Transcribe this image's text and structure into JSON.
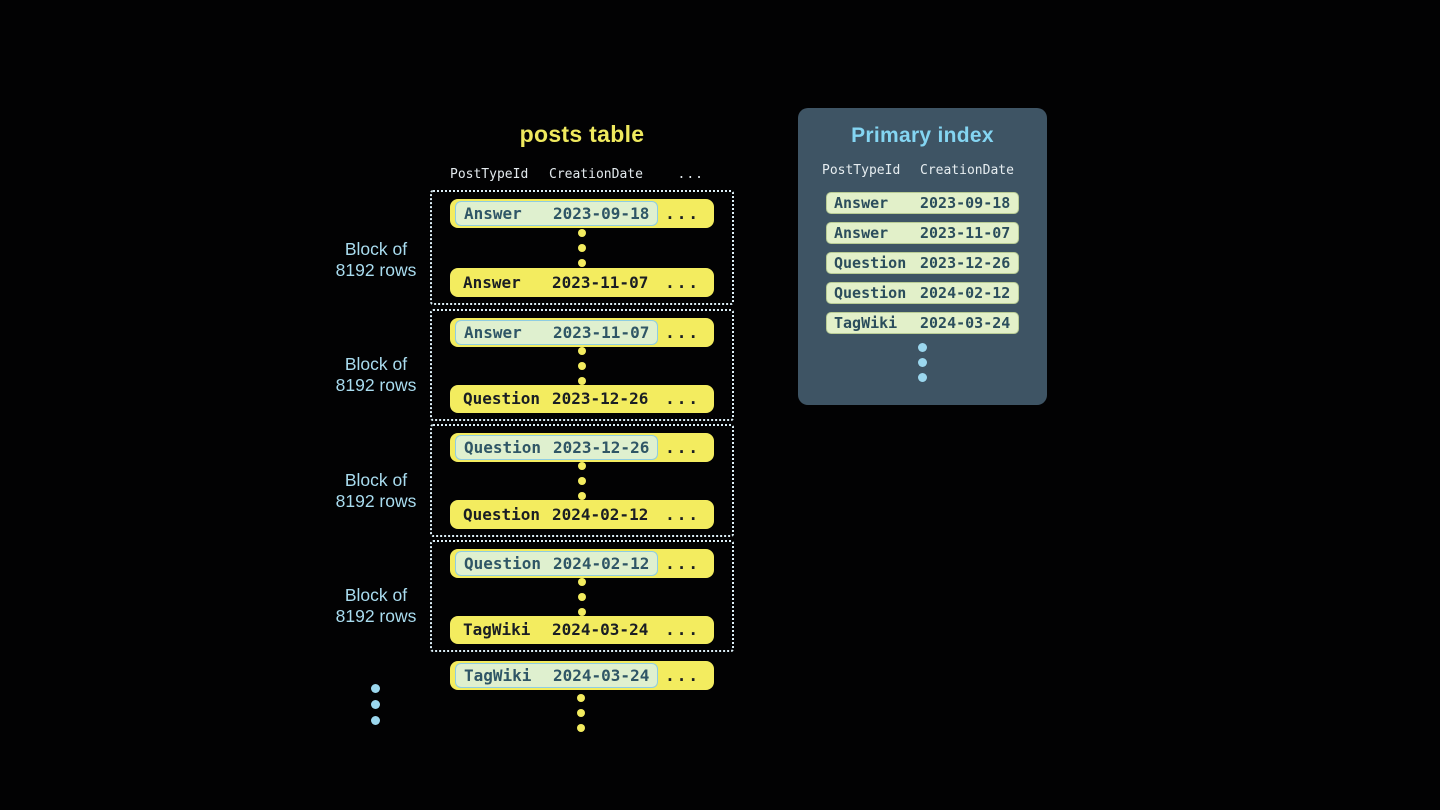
{
  "posts_table": {
    "title": "posts table",
    "columns": [
      "PostTypeId",
      "CreationDate",
      "..."
    ],
    "block_label_line1": "Block of",
    "block_label_line2": "8192 rows",
    "row_ellipsis": "...",
    "blocks": [
      {
        "first": {
          "type": "Answer",
          "date": "2023-09-18"
        },
        "last": {
          "type": "Answer",
          "date": "2023-11-07"
        }
      },
      {
        "first": {
          "type": "Answer",
          "date": "2023-11-07"
        },
        "last": {
          "type": "Question",
          "date": "2023-12-26"
        }
      },
      {
        "first": {
          "type": "Question",
          "date": "2023-12-26"
        },
        "last": {
          "type": "Question",
          "date": "2024-02-12"
        }
      },
      {
        "first": {
          "type": "Question",
          "date": "2024-02-12"
        },
        "last": {
          "type": "TagWiki",
          "date": "2024-03-24"
        }
      }
    ],
    "tail_row": {
      "type": "TagWiki",
      "date": "2024-03-24"
    }
  },
  "primary_index": {
    "title": "Primary index",
    "columns": [
      "PostTypeId",
      "CreationDate"
    ],
    "rows": [
      {
        "type": "Answer",
        "date": "2023-09-18"
      },
      {
        "type": "Answer",
        "date": "2023-11-07"
      },
      {
        "type": "Question",
        "date": "2023-12-26"
      },
      {
        "type": "Question",
        "date": "2024-02-12"
      },
      {
        "type": "TagWiki",
        "date": "2024-03-24"
      }
    ]
  },
  "colors": {
    "background": "#020203",
    "row_yellow": "#f3ec5f",
    "highlight_green": "#dff0cf",
    "highlight_border_blue": "#8ecde3",
    "panel_slate": "#3e5464",
    "accent_light_blue": "#84d5f2",
    "label_blue": "#a9dcef",
    "title_yellow": "#efe95e",
    "index_pill_green": "#e2f0c9",
    "dotted_border": "#dceef6"
  }
}
